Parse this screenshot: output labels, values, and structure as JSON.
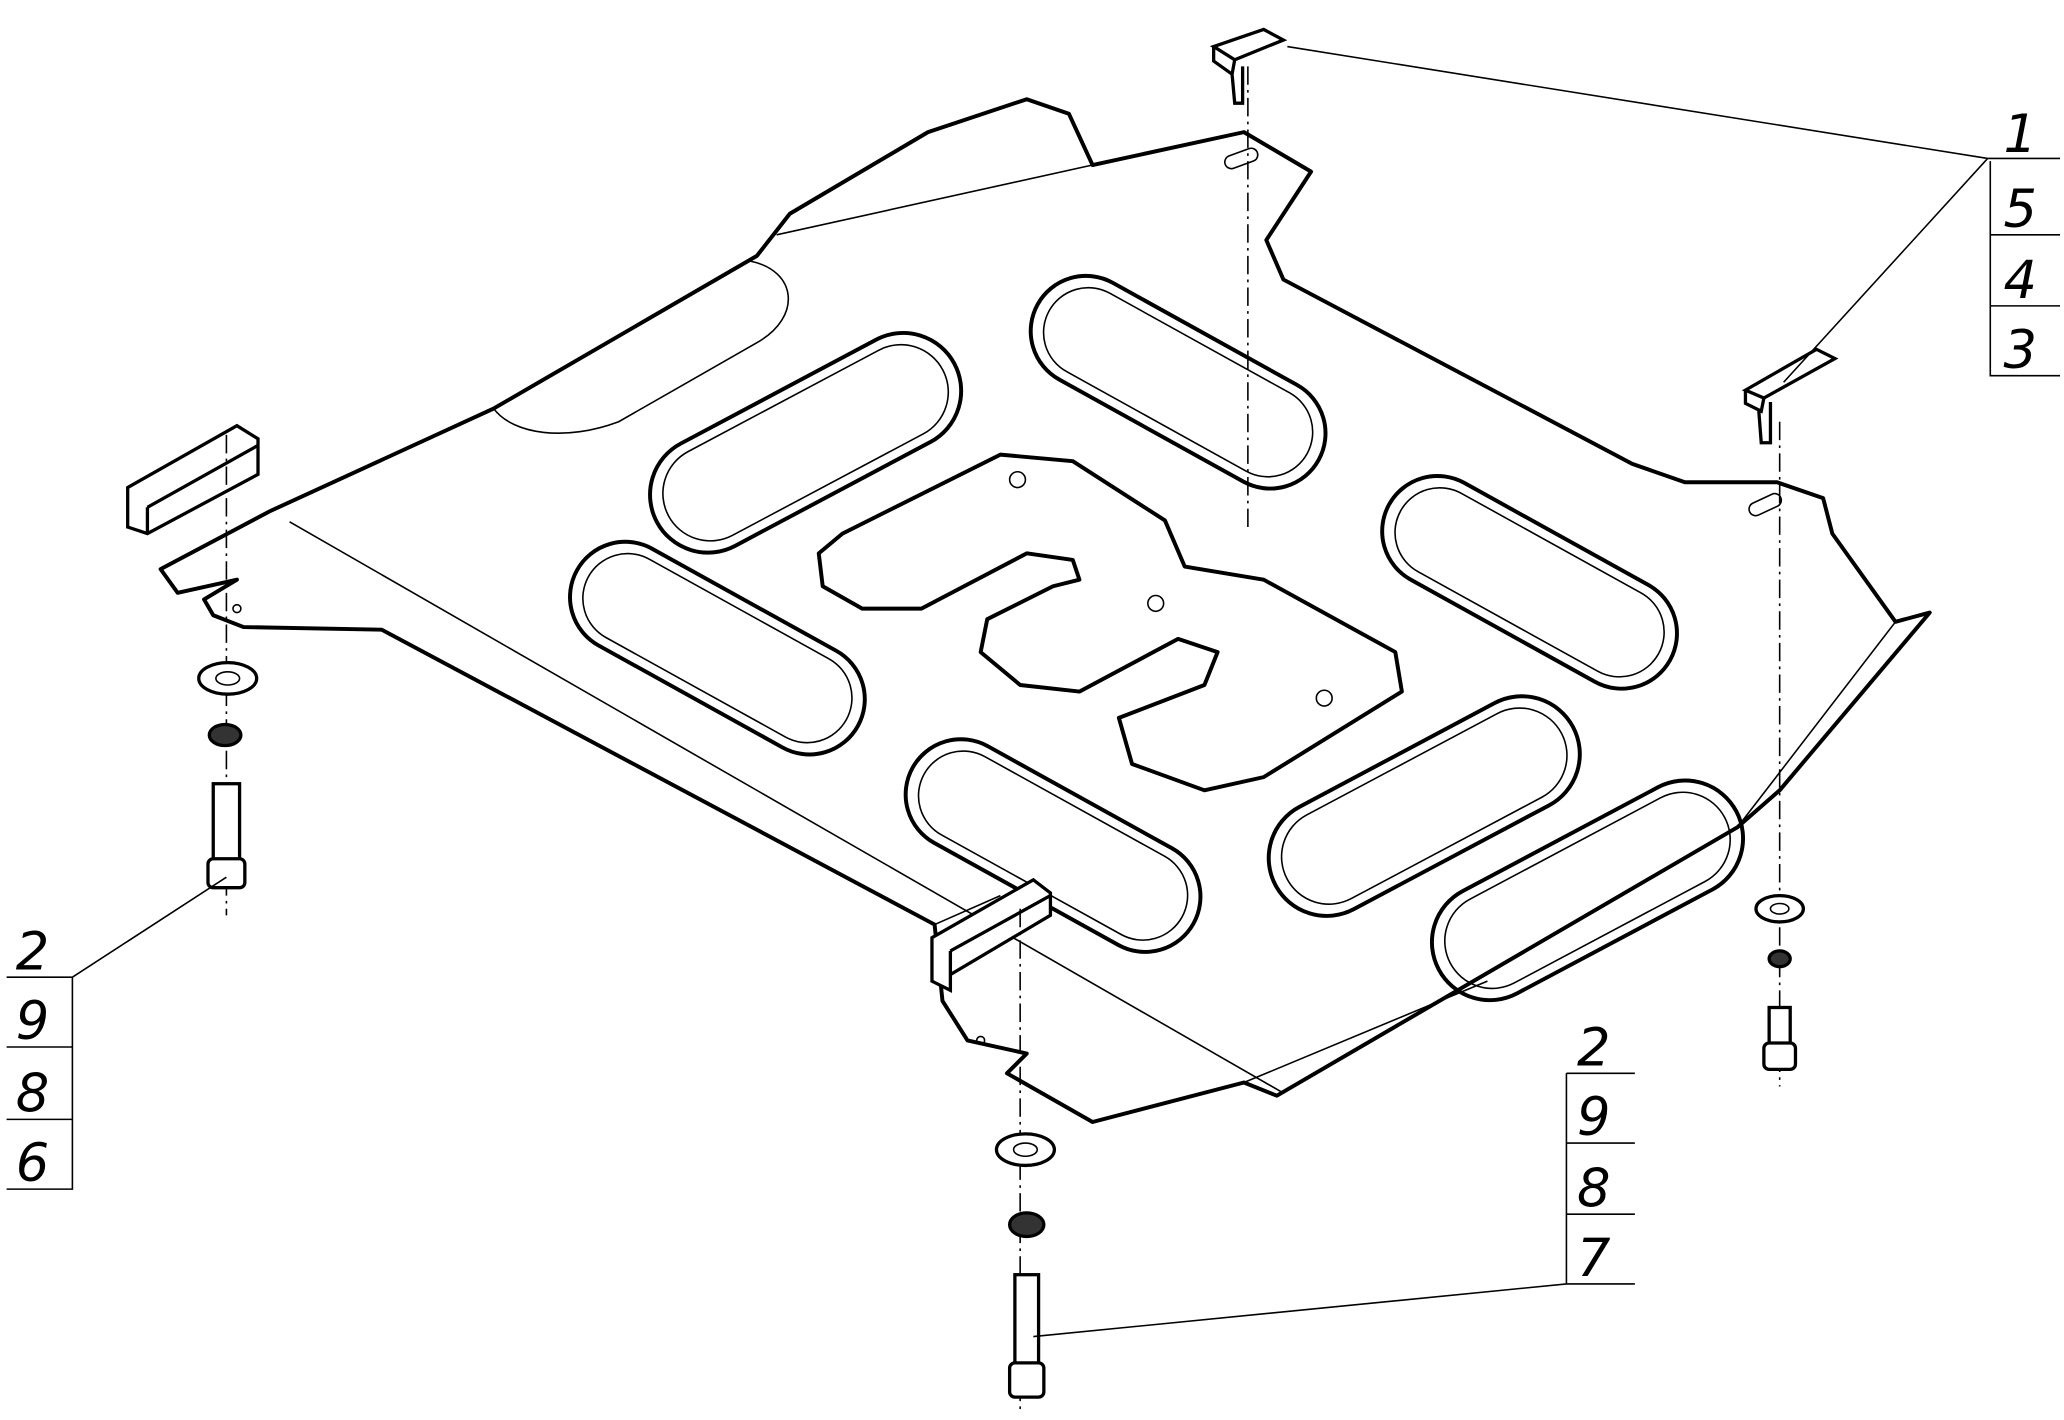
{
  "drawing": {
    "colors": {
      "line": "#000000",
      "background": "#ffffff"
    },
    "callouts": [
      {
        "id": "top-right",
        "items": [
          "1",
          "5",
          "4",
          "3"
        ]
      },
      {
        "id": "left",
        "items": [
          "2",
          "9",
          "8",
          "6"
        ]
      },
      {
        "id": "bottom",
        "items": [
          "2",
          "9",
          "8",
          "7"
        ]
      }
    ]
  }
}
